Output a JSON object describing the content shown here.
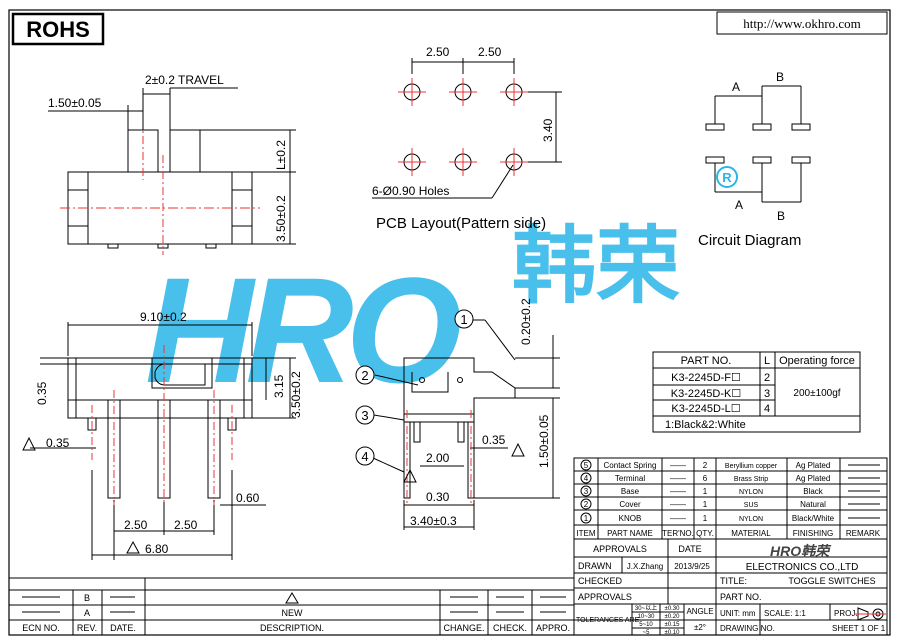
{
  "header": {
    "rohs": "ROHS",
    "url": "http://www.okhro.com"
  },
  "watermark": {
    "latin": "HRO",
    "chinese": "韩荣"
  },
  "side_view": {
    "travel": "2±0.2 TRAVEL",
    "knob_offset": "1.50±0.05",
    "knob_height": "L±0.2",
    "body_height": "3.50±0.2"
  },
  "pcb": {
    "pitch_left": "2.50",
    "pitch_right": "2.50",
    "row_spacing": "3.40",
    "holes": "6-Ø0.90 Holes",
    "caption": "PCB Layout(Pattern side)"
  },
  "circuit": {
    "label_a_top": "A",
    "label_b_top": "B",
    "label_a_bottom": "A",
    "label_b_bottom": "B",
    "registered": "R",
    "caption": "Circuit Diagram"
  },
  "front_view": {
    "width": "9.10±0.2",
    "thickness": "0.35",
    "pin_offset": "0.35",
    "knob_h": "3.15",
    "body_h": "3.50±0.2",
    "pin_width": "0.60",
    "pin_pitch_left": "2.50",
    "pin_pitch_right": "2.50",
    "total_pitch": "6.80"
  },
  "end_view": {
    "top_dim": "0.20±0.2",
    "pin_len": "1.50±0.05",
    "pin_a": "0.35",
    "pin_b": "2.00",
    "pin_c": "0.30",
    "width": "3.40±0.3",
    "callouts": [
      "1",
      "2",
      "3",
      "4"
    ]
  },
  "part_table": {
    "headers": [
      "PART NO.",
      "L",
      "Operating force"
    ],
    "rows": [
      {
        "part": "K3-2245D-F☐",
        "l": "2"
      },
      {
        "part": "K3-2245D-K☐",
        "l": "3"
      },
      {
        "part": "K3-2245D-L☐",
        "l": "4"
      }
    ],
    "force": "200±100gf",
    "color_note": "1:Black&2:White"
  },
  "bom": {
    "rows": [
      {
        "item": "5",
        "name": "Contact Spring",
        "ter": "——",
        "qty": "2",
        "material": "Beryllium copper",
        "finishing": "Ag Plated",
        "remark": ""
      },
      {
        "item": "4",
        "name": "Terminal",
        "ter": "——",
        "qty": "6",
        "material": "Brass Strip",
        "finishing": "Ag Plated",
        "remark": ""
      },
      {
        "item": "3",
        "name": "Base",
        "ter": "——",
        "qty": "1",
        "material": "NYLON",
        "finishing": "Black",
        "remark": ""
      },
      {
        "item": "2",
        "name": "Cover",
        "ter": "——",
        "qty": "1",
        "material": "SUS",
        "finishing": "Natural",
        "remark": ""
      },
      {
        "item": "1",
        "name": "KNOB",
        "ter": "——",
        "qty": "1",
        "material": "NYLON",
        "finishing": "Black/White",
        "remark": ""
      }
    ],
    "headers": [
      "ITEM",
      "PART NAME",
      "TER'NO.",
      "QTY.",
      "MATERIAL",
      "FINISHING",
      "REMARK"
    ]
  },
  "title_block": {
    "approvals": "APPROVALS",
    "date": "DATE",
    "drawn": "DRAWN",
    "drawn_by": "J.X.Zhang",
    "drawn_date": "2013/9/25",
    "checked": "CHECKED",
    "approvals2": "APPROVALS",
    "company": "ELECTRONICS CO.,LTD",
    "logo": "HRO韩荣",
    "title_label": "TITLE:",
    "title": "TOGGLE SWITCHES",
    "part_no_label": "PART NO.",
    "tolerances": "TOLERANCES ARE",
    "tol_rows": [
      {
        "range": "30~以上",
        "tol": "±0.30"
      },
      {
        "range": "10~30",
        "tol": "±0.20"
      },
      {
        "range": "5~10",
        "tol": "±0.15"
      },
      {
        "range": "~5",
        "tol": "±0.10"
      }
    ],
    "angle": "ANGLE",
    "angle_tol": "±2°",
    "unit": "UNIT: mm",
    "scale": "SCALE: 1:1",
    "proj": "PROJ.",
    "drawing_no": "DRAWING NO.",
    "sheet": "SHEET  1 OF 1"
  },
  "revision": {
    "rows": [
      {
        "mark": "B",
        "desc": ""
      },
      {
        "mark": "A",
        "desc": "NEW"
      }
    ],
    "headers": [
      "ECN NO.",
      "REV.",
      "DATE.",
      "DESCRIPTION.",
      "CHANGE.",
      "CHECK.",
      "APPRO."
    ]
  }
}
